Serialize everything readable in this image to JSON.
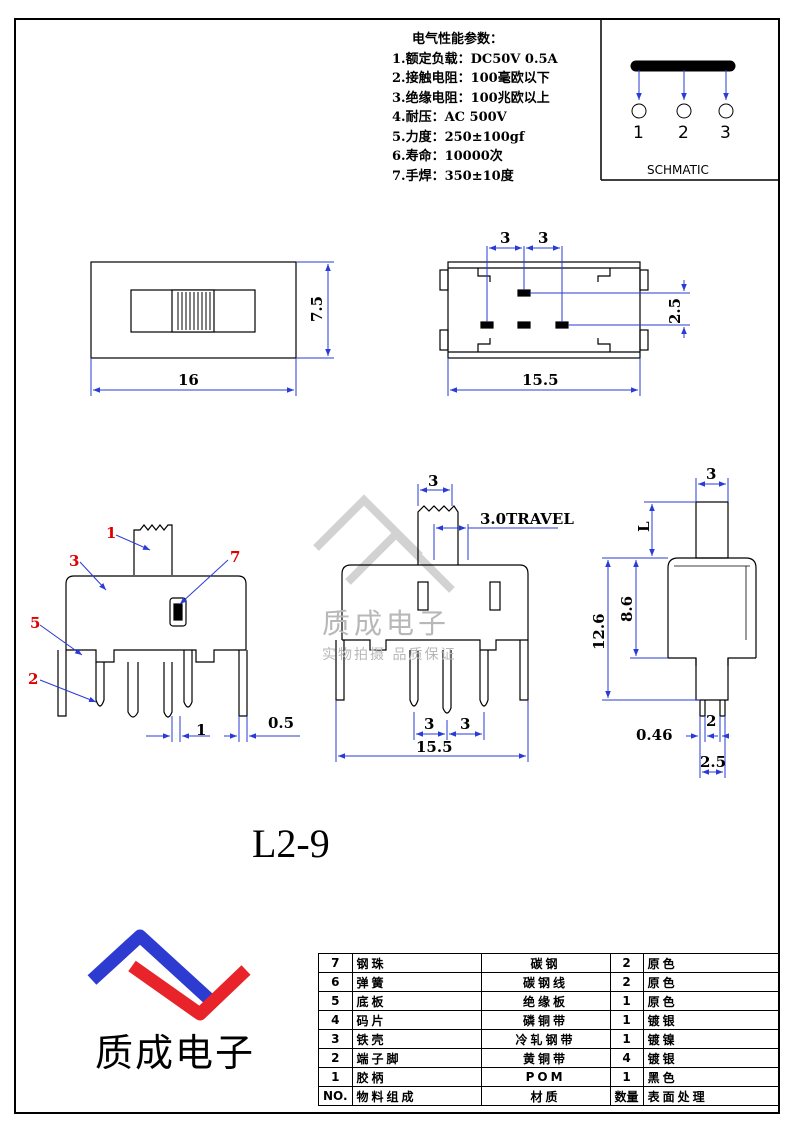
{
  "specs": {
    "title": "电气性能参数：",
    "items": [
      "1.额定负载：DC50V 0.5A",
      "2.接触电阻：100毫欧以下",
      "3.绝缘电阻：100兆欧以上",
      "4.耐压：AC 500V",
      "5.力度：250±100gf",
      "6.寿命：10000次",
      "7.手焊：350±10度"
    ]
  },
  "schematic": {
    "label": "SCHMATIC",
    "pins": [
      "1",
      "2",
      "3"
    ]
  },
  "dimensions": {
    "top_width": "16",
    "top_height": "7.5",
    "pcb_pitch_a": "3",
    "pcb_pitch_b": "3",
    "pcb_row": "2.5",
    "pcb_width": "15.5",
    "side_pin": "1",
    "side_thick": "0.5",
    "front_act": "3",
    "travel": "3.0TRAVEL",
    "front_pitch_a": "3",
    "front_pitch_b": "3",
    "front_width": "15.5",
    "end_act": "3",
    "end_L": "L",
    "end_total": "12.6",
    "end_body": "8.6",
    "end_046": "0.46",
    "end_2": "2",
    "end_25": "2.5"
  },
  "callouts": [
    "1",
    "2",
    "3",
    "5",
    "7"
  ],
  "model": "L2-9",
  "watermark": {
    "name": "质成电子",
    "slogan": "实物拍摄 品质保证"
  },
  "logo": {
    "text": "质成电子",
    "colors": {
      "blue": "#2d3bd0",
      "red": "#e8232a"
    }
  },
  "bom": {
    "rows": [
      {
        "no": "7",
        "part": "钢珠",
        "material": "碳钢",
        "qty": "2",
        "finish": "原色"
      },
      {
        "no": "6",
        "part": "弹簧",
        "material": "碳钢线",
        "qty": "2",
        "finish": "原色"
      },
      {
        "no": "5",
        "part": "底板",
        "material": "绝缘板",
        "qty": "1",
        "finish": "原色"
      },
      {
        "no": "4",
        "part": "码片",
        "material": "磷铜带",
        "qty": "1",
        "finish": "镀银"
      },
      {
        "no": "3",
        "part": "铁壳",
        "material": "冷轧钢带",
        "qty": "1",
        "finish": "镀镍"
      },
      {
        "no": "2",
        "part": "端子脚",
        "material": "黄铜带",
        "qty": "4",
        "finish": "镀银"
      },
      {
        "no": "1",
        "part": "胶柄",
        "material": "POM",
        "qty": "1",
        "finish": "黑色"
      }
    ],
    "header": {
      "no": "NO.",
      "part": "物料组成",
      "material": "材质",
      "qty": "数量",
      "finish": "表面处理"
    }
  }
}
